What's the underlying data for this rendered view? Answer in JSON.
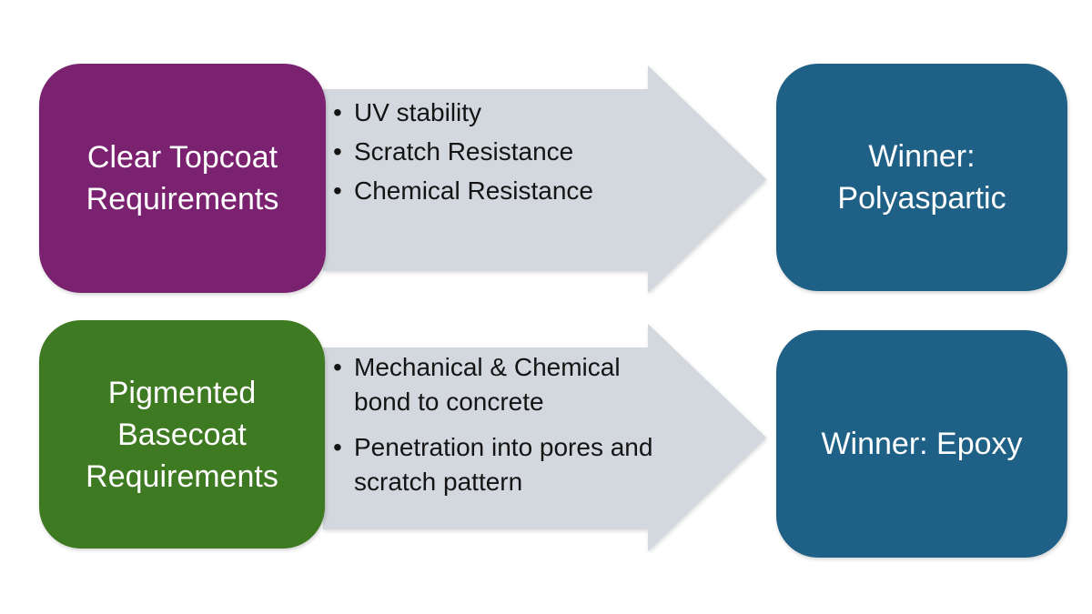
{
  "page": {
    "background": "#ffffff"
  },
  "colors": {
    "purple_box": "#7A2170",
    "green_box": "#3E7A22",
    "blue_box": "#1E6086",
    "arrow_gray": "#D3D8DE",
    "bullet_text": "#141414",
    "box_text": "#ffffff"
  },
  "rows": [
    {
      "source": {
        "label": "Clear Topcoat\nRequirements",
        "color": "#7A2170"
      },
      "arrow": {
        "color": "#D3D8DE",
        "bullets": [
          "UV stability",
          "Scratch Resistance",
          "Chemical Resistance"
        ]
      },
      "result": {
        "label": "Winner:\nPolyaspartic",
        "color": "#1E6086"
      }
    },
    {
      "source": {
        "label": "Pigmented\nBasecoat\nRequirements",
        "color": "#3E7A22"
      },
      "arrow": {
        "color": "#D3D8DE",
        "bullets": [
          "Mechanical & Chemical bond to concrete",
          "Penetration into pores and scratch pattern"
        ]
      },
      "result": {
        "label": "Winner: Epoxy",
        "color": "#1E6086"
      }
    }
  ]
}
